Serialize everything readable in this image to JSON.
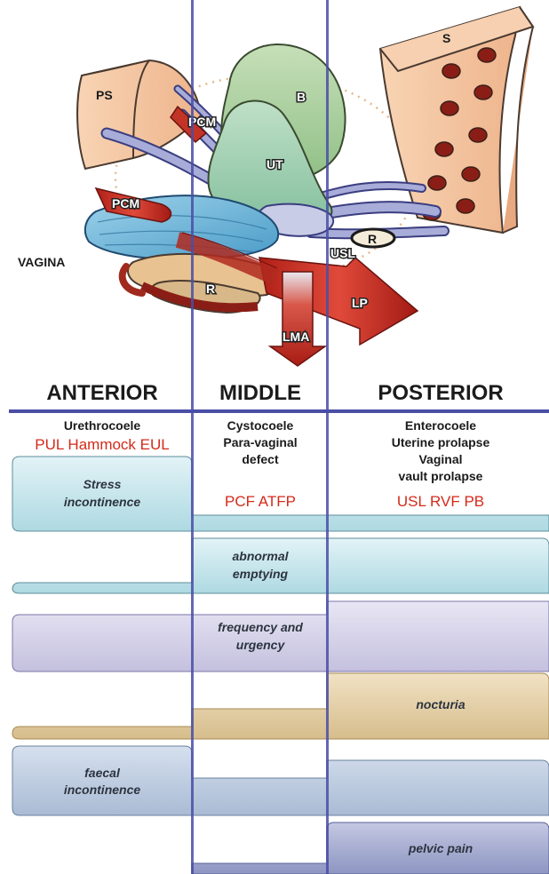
{
  "anatomy": {
    "labels": {
      "ps": "PS",
      "s": "S",
      "pcm_top": "PCM",
      "pcm_left": "PCM",
      "b": "B",
      "ut": "UT",
      "vagina": "VAGINA",
      "usl": "USL",
      "r_right": "R",
      "r_lower": "R",
      "lp": "LP",
      "lma": "LMA"
    }
  },
  "zones": {
    "anterior": {
      "header": "ANTERIOR",
      "conditions": [
        "Urethrocoele"
      ],
      "structures": "PUL Hammock EUL"
    },
    "middle": {
      "header": "MIDDLE",
      "conditions": [
        "Cystocoele",
        "Para-vaginal",
        "defect"
      ],
      "structures": "PCF ATFP"
    },
    "posterior": {
      "header": "POSTERIOR",
      "conditions": [
        "Enterocoele",
        "Uterine prolapse",
        "Vaginal",
        "vault prolapse"
      ],
      "structures": "USL RVF PB"
    }
  },
  "symptoms": [
    {
      "name": "stress",
      "lines": [
        "Stress",
        "incontinence"
      ],
      "color": "#c8e8ee"
    },
    {
      "name": "emptying",
      "lines": [
        "abnormal",
        "emptying"
      ],
      "color": "#c8e8ee"
    },
    {
      "name": "frequency",
      "lines": [
        "frequency and",
        "urgency"
      ],
      "color": "#d8d4ea"
    },
    {
      "name": "nocturia",
      "lines": [
        "nocturia"
      ],
      "color": "#e6d2ae"
    },
    {
      "name": "faecal",
      "lines": [
        "faecal",
        "incontinence"
      ],
      "color": "#bccbe0"
    },
    {
      "name": "pelvic-pain",
      "lines": [
        "pelvic pain"
      ],
      "color": "#a6aed0"
    }
  ],
  "colors": {
    "divider": "#4a4ea6",
    "red_text": "#d42a1a"
  }
}
